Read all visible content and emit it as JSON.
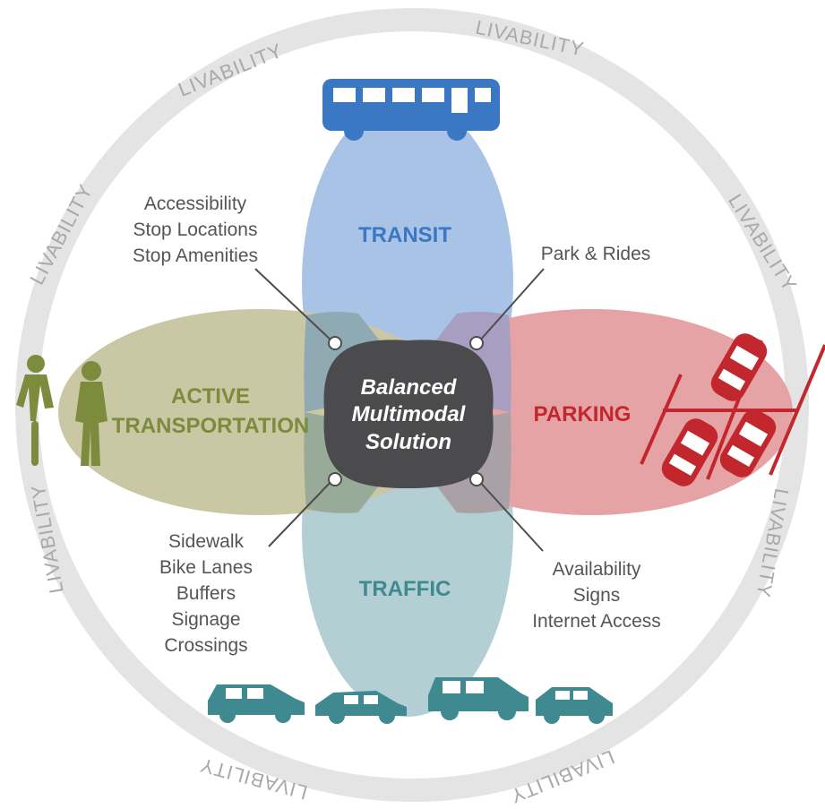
{
  "colors": {
    "ring": "#e4e4e4",
    "ring_text": "#a9a9a9",
    "transit": "#a9c3e6",
    "transit_label": "#3a78c4",
    "bus": "#3a78c4",
    "active": "#c9c7a4",
    "active_label": "#7c8b3c",
    "active_icon": "#7c8b3c",
    "parking": "#e5a3a6",
    "parking_label": "#c2272d",
    "parking_icon": "#c2272d",
    "traffic": "#b3cfd3",
    "traffic_label": "#3f8a91",
    "car_icon": "#3f8a91",
    "overlap_tl": "#8faab2",
    "overlap_tr": "#a79ec1",
    "overlap_bl": "#97ab98",
    "overlap_br": "#a9a1a5",
    "center": "#4b4b4d",
    "note_text": "#555555",
    "leader": "#4d4d4d"
  },
  "ring_text": "LIVABILITY",
  "center": {
    "lines": [
      "Balanced",
      "Multimodal",
      "Solution"
    ]
  },
  "petals": {
    "transit": "TRANSIT",
    "parking": "PARKING",
    "traffic": "TRAFFIC",
    "active_line1": "ACTIVE",
    "active_line2": "TRANSPORTATION"
  },
  "notes": {
    "top_left": [
      "Accessibility",
      "Stop Locations",
      "Stop Amenities"
    ],
    "top_right": [
      "Park & Rides"
    ],
    "bottom_left": [
      "Sidewalk",
      "Bike Lanes",
      "Buffers",
      "Signage",
      "Crossings"
    ],
    "bottom_right": [
      "Availability",
      "Signs",
      "Internet Access"
    ]
  },
  "icons": {
    "bus": "bus-icon",
    "cyclist": "cyclist-icon",
    "pedestrian": "pedestrian-icon",
    "parked_cars": "parked-car-icon",
    "cars": "car-icon"
  }
}
